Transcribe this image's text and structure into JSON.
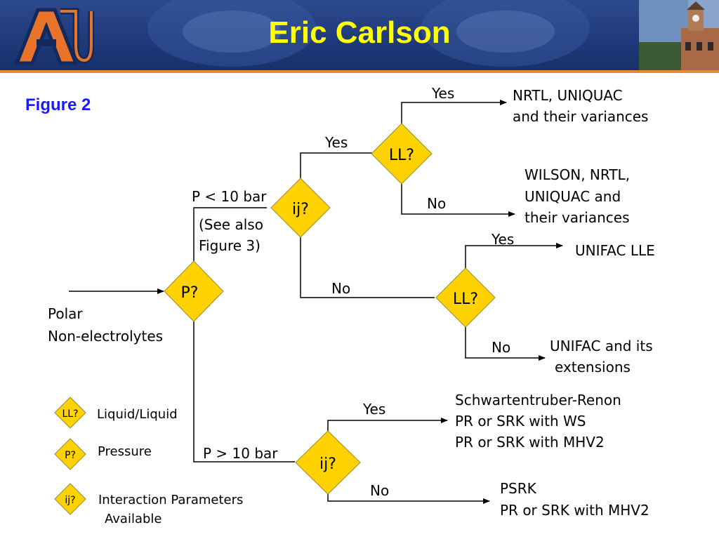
{
  "header": {
    "title": "Eric Carlson",
    "logo_text": "AU"
  },
  "figure_label": "Figure 2",
  "nodes": {
    "p": "P?",
    "ij_top": "ij?",
    "ll_top": "LL?",
    "ll_mid": "LL?",
    "ij_bottom": "ij?"
  },
  "input_label": {
    "line1": "Polar",
    "line2": "Non-electrolytes"
  },
  "edges": {
    "p_low": "P < 10 bar",
    "see_also_1": "(See also",
    "see_also_2": "Figure 3)",
    "p_high": "P > 10 bar",
    "ij_top_yes": "Yes",
    "ij_top_no": "No",
    "ll_top_yes": "Yes",
    "ll_top_no": "No",
    "ll_mid_yes": "Yes",
    "ll_mid_no": "No",
    "ij_bottom_yes": "Yes",
    "ij_bottom_no": "No"
  },
  "outcomes": {
    "nrtl": [
      "NRTL, UNIQUAC",
      "and their variances"
    ],
    "wilson": [
      "WILSON, NRTL,",
      "UNIQUAC and",
      "their variances"
    ],
    "unifac_lle": "UNIFAC LLE",
    "unifac_ext": [
      "UNIFAC and its",
      "extensions"
    ],
    "schwart": [
      "Schwartentruber-Renon",
      "PR or SRK with WS",
      "PR or SRK with MHV2"
    ],
    "psrk": [
      "PSRK",
      "PR or SRK with MHV2"
    ]
  },
  "legend": [
    {
      "symbol": "LL?",
      "label": "Liquid/Liquid"
    },
    {
      "symbol": "P?",
      "label": "Pressure"
    },
    {
      "symbol": "ij?",
      "label_lines": [
        "Interaction Parameters",
        "Available"
      ]
    }
  ],
  "colors": {
    "diamond": "#ffd200",
    "title": "#ffff00",
    "figure_label": "#1a1aff",
    "header_bg": "#1f3a7a",
    "header_stripe": "#e8883a"
  }
}
